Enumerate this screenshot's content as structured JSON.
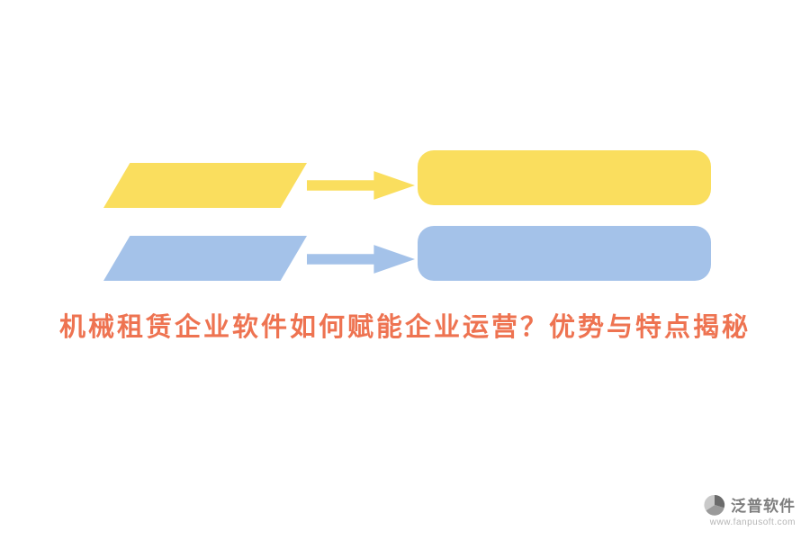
{
  "title": "机械租赁企业软件如何赋能企业运营？优势与特点揭秘",
  "colors": {
    "yellow": "#FADE5E",
    "blue": "#A4C2E9",
    "title": "#EE7351"
  },
  "diagram": {
    "rows": [
      {
        "name": "yellow-flow",
        "color": "#FADE5E",
        "shapes": [
          "parallelogram",
          "arrow-right",
          "rounded-rectangle"
        ]
      },
      {
        "name": "blue-flow",
        "color": "#A4C2E9",
        "shapes": [
          "parallelogram",
          "arrow-right",
          "rounded-rectangle"
        ]
      }
    ]
  },
  "logo": {
    "name": "泛普软件",
    "url": "www.fanpusoft.com"
  }
}
